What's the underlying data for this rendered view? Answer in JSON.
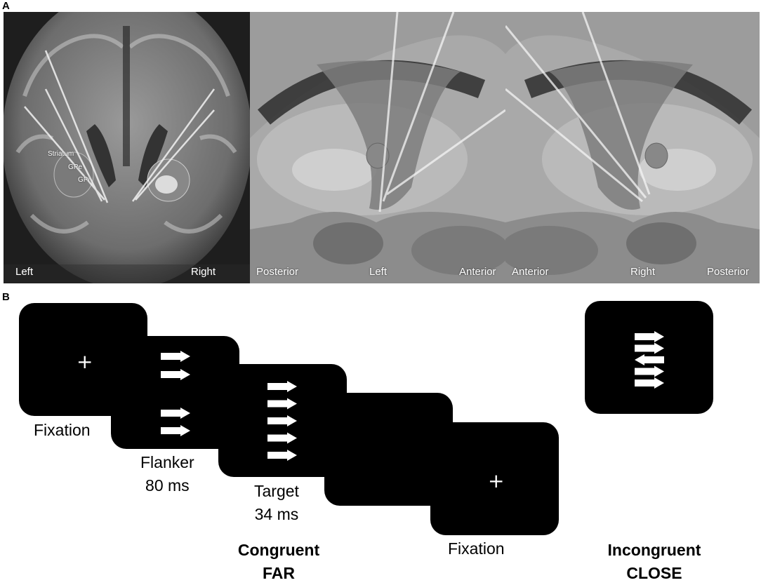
{
  "panel_a": {
    "letter": "A",
    "coronal": {
      "structures": {
        "striatum": "Striatum",
        "gpe": "GPe",
        "gpi": "GPi"
      },
      "orientation": {
        "left": "Left",
        "right": "Right"
      }
    },
    "sagittal_left": {
      "orientation": {
        "posterior": "Posterior",
        "side": "Left",
        "anterior": "Anterior"
      }
    },
    "sagittal_right": {
      "orientation": {
        "anterior": "Anterior",
        "side": "Right",
        "posterior": "Posterior"
      }
    }
  },
  "panel_b": {
    "letter": "B",
    "fixation_symbol": "+",
    "screens": {
      "fixation1": {
        "caption": "Fixation"
      },
      "flanker": {
        "caption_line1": "Flanker",
        "caption_line2": "80 ms"
      },
      "target": {
        "caption_line1": "Target",
        "caption_line2": "34 ms"
      },
      "fixation2": {
        "caption": "Fixation"
      }
    },
    "conditions": {
      "congruent_far": {
        "line1": "Congruent",
        "line2": "FAR"
      },
      "incongruent_close": {
        "line1": "Incongruent",
        "line2": "CLOSE"
      }
    },
    "arrows": {
      "flanker": [
        "right",
        "right",
        "right",
        "right"
      ],
      "target": [
        "right",
        "right",
        "right",
        "right",
        "right"
      ],
      "incongruent": [
        "right",
        "right",
        "left",
        "right",
        "right"
      ]
    }
  }
}
